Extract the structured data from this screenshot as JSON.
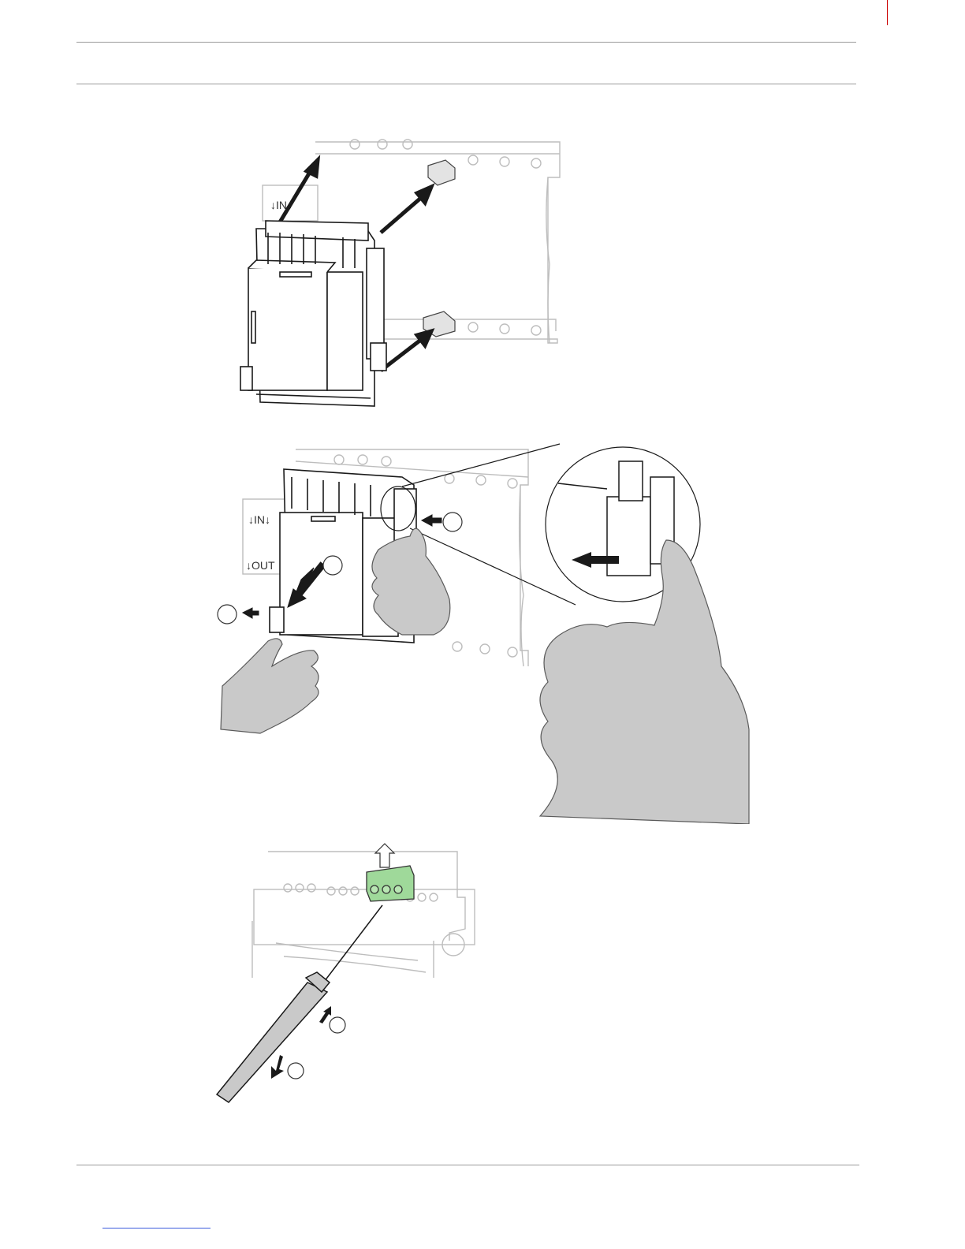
{
  "page": {
    "header_rules": 2,
    "footer_rule": true
  },
  "figures": [
    {
      "id": "figure-mounting",
      "description_icon": "module-mounting-on-rail-icon",
      "labels": [
        "↓IN↓"
      ]
    },
    {
      "id": "figure-removal",
      "description_icon": "module-release-with-hands-icon",
      "labels": [
        "↓IN↓",
        "↓OUT"
      ]
    },
    {
      "id": "figure-terminal",
      "description_icon": "terminal-block-removal-screwdriver-icon",
      "labels": [],
      "accent_color": "#9fd99a"
    }
  ],
  "colors": {
    "line": "#1a1a1a",
    "faint": "#bdbdbd",
    "hand": "#c9c9c9",
    "accent": "#9fd99a"
  }
}
